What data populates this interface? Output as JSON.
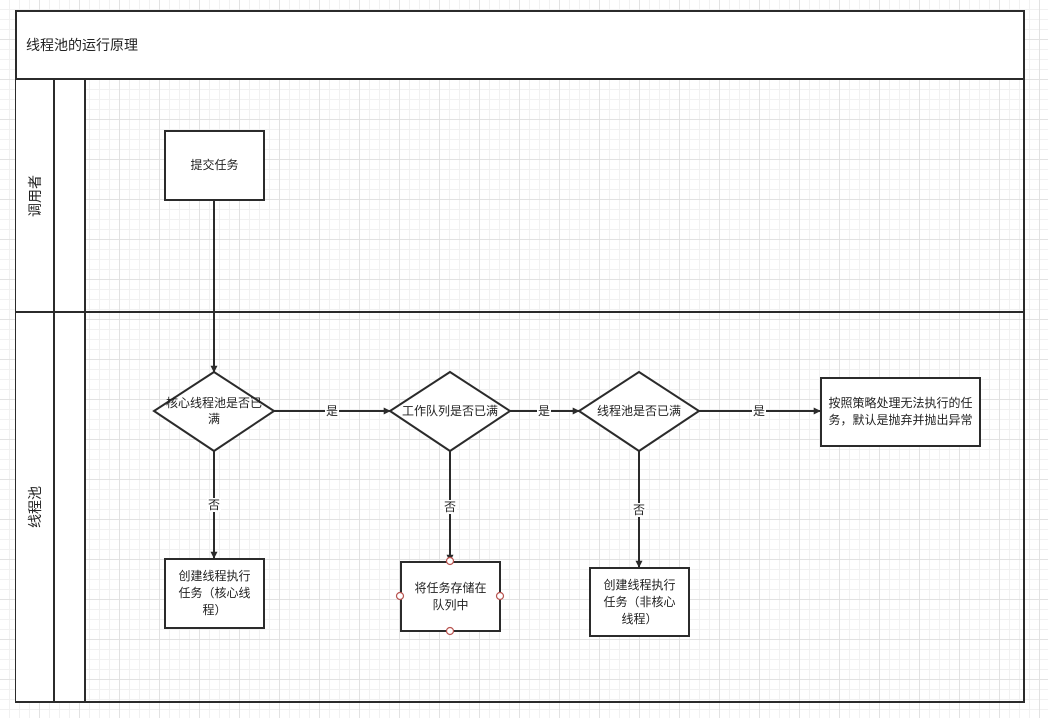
{
  "diagram": {
    "title": "线程池的运行原理",
    "lanes": {
      "caller": "调用者",
      "pool": "线程池"
    },
    "nodes": {
      "submit": "提交任务",
      "core_full": "核心线程池是否已满",
      "queue_full": "工作队列是否已满",
      "pool_full": "线程池是否已满",
      "reject": "按照策略处理无法执行的任务，默认是抛弃并抛出异常",
      "create_core": "创建线程执行任务（核心线程）",
      "store_queue": "将任务存储在队列中",
      "create_noncore": "创建线程执行任务（非核心线程）"
    },
    "edges": {
      "yes1": "是",
      "yes2": "是",
      "yes3": "是",
      "no1": "否",
      "no2": "否",
      "no3": "否"
    }
  },
  "colors": {
    "stroke": "#2b2b2b",
    "handle": "#b85450",
    "grid": "#e2e2e2"
  }
}
